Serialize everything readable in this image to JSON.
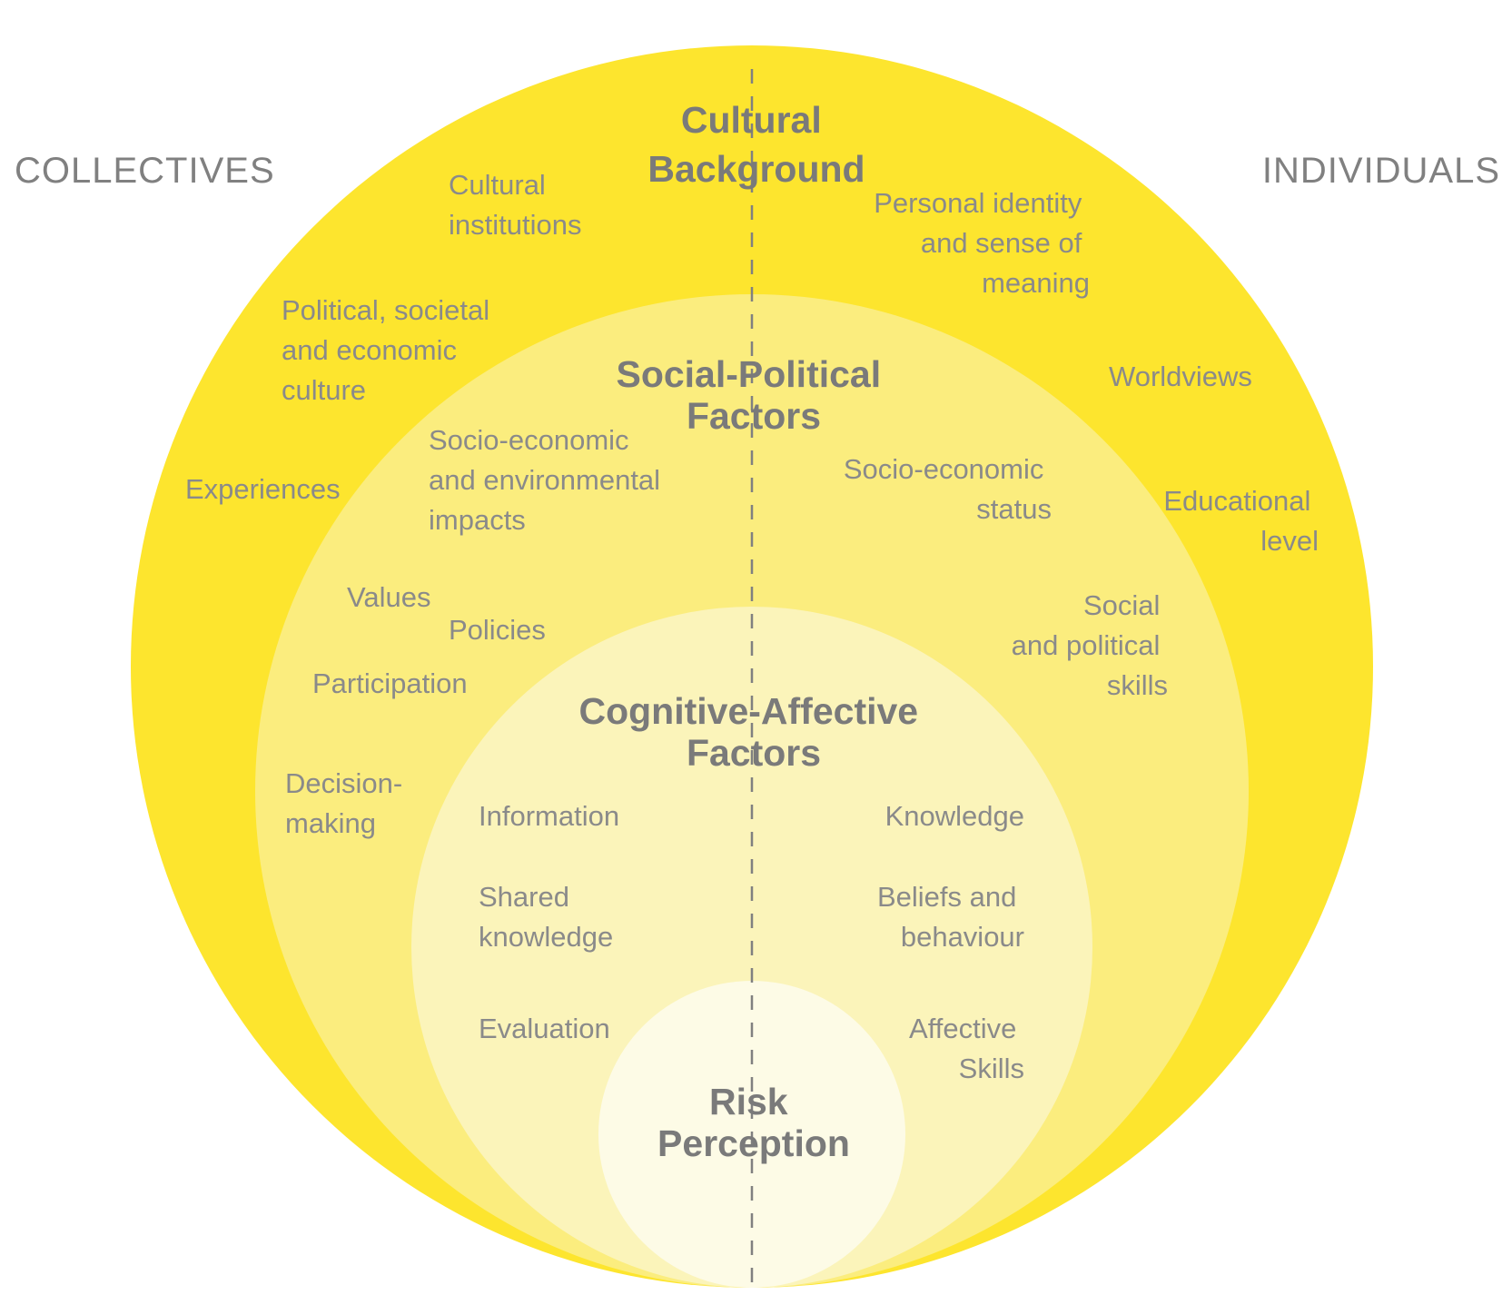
{
  "side_labels": {
    "left": "COLLECTIVES",
    "right": "INDIVIDUALS"
  },
  "colors": {
    "outer_ring": "#fde52e",
    "middle_ring": "#fbed7e",
    "inner_ring": "#fbf4ba",
    "core": "#fdfbe6",
    "text": "#8a8a8a",
    "heading_text": "#7a7a7a",
    "divider": "#808080"
  },
  "rings": {
    "cultural": {
      "title": [
        "Cultural",
        "Background"
      ],
      "collective_items": [
        [
          "Cultural",
          "institutions"
        ],
        [
          "Political, societal",
          "and economic",
          "culture"
        ],
        [
          "Experiences"
        ]
      ],
      "individual_items": [
        [
          "Personal identity",
          "and sense of",
          "meaning"
        ],
        [
          "Worldviews"
        ],
        [
          "Educational",
          "level"
        ]
      ]
    },
    "social_political": {
      "title": [
        "Social-Political",
        "Factors"
      ],
      "collective_items": [
        [
          "Socio-economic",
          "and environmental",
          "impacts"
        ],
        [
          "Values"
        ],
        [
          "Policies"
        ],
        [
          "Participation"
        ],
        [
          "Decision-",
          "making"
        ]
      ],
      "individual_items": [
        [
          "Socio-economic",
          "status"
        ],
        [
          "Social",
          "and political",
          "skills"
        ]
      ]
    },
    "cognitive_affective": {
      "title": [
        "Cognitive-Affective",
        "Factors"
      ],
      "collective_items": [
        [
          "Information"
        ],
        [
          "Shared",
          "knowledge"
        ],
        [
          "Evaluation"
        ]
      ],
      "individual_items": [
        [
          "Knowledge"
        ],
        [
          "Beliefs and",
          "behaviour"
        ],
        [
          "Affective",
          "Skills"
        ]
      ]
    },
    "core": {
      "title": [
        "Risk",
        "Perception"
      ]
    }
  }
}
